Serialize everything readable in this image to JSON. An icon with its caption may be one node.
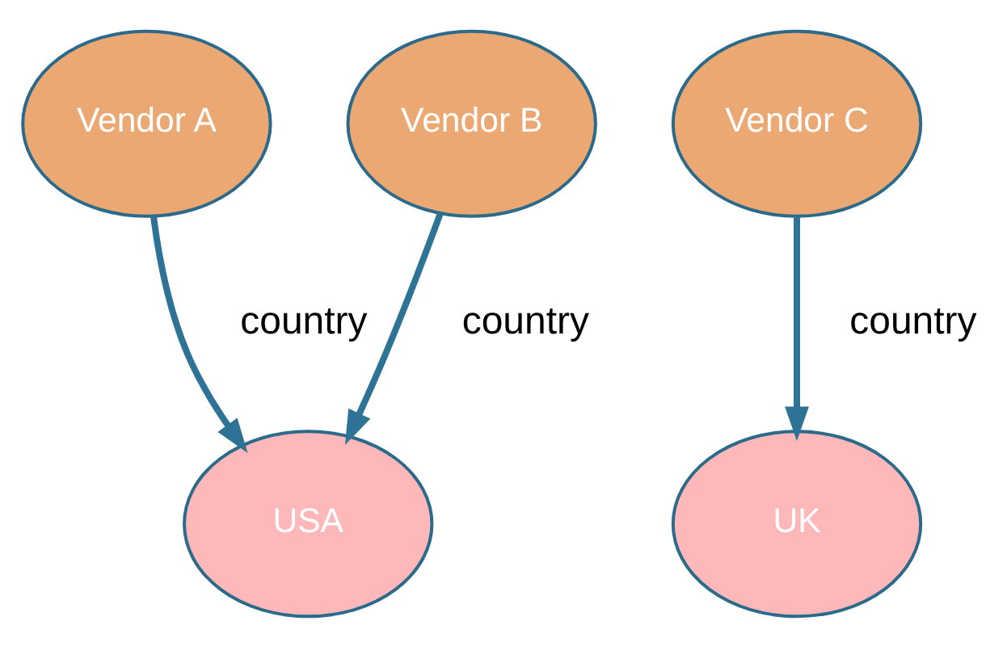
{
  "diagram": {
    "nodes": [
      {
        "text": [
          "Vendor A"
        ]
      },
      {
        "text": [
          "Vendor B"
        ]
      },
      {
        "text": [
          "Vendor C"
        ]
      },
      {
        "text": [
          "USA"
        ]
      },
      {
        "text": [
          "UK"
        ]
      }
    ],
    "edges": [
      {
        "from": 0,
        "to": 3,
        "arrow": "to",
        "label": "country"
      },
      {
        "from": 1,
        "to": 3,
        "arrow": "to",
        "label": "country"
      },
      {
        "from": 2,
        "to": 4,
        "arrow": "to",
        "label": "country"
      }
    ]
  }
}
